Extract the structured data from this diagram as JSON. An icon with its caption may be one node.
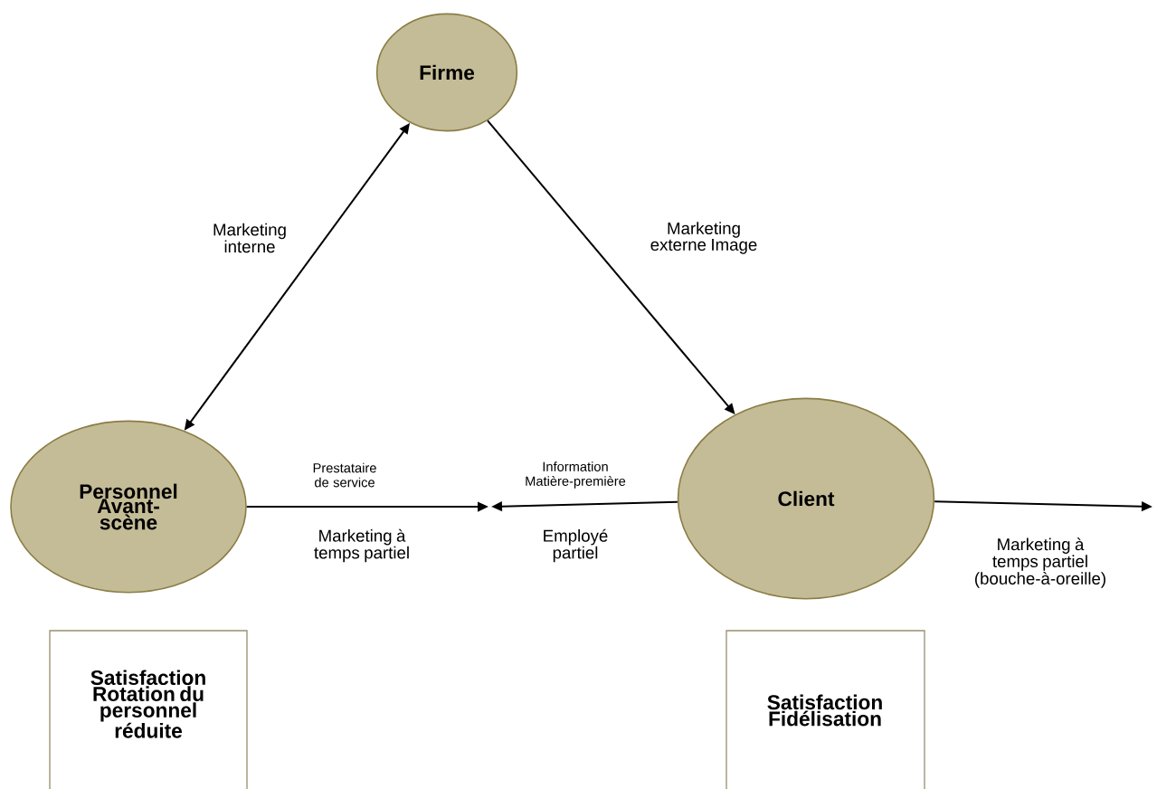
{
  "diagram": {
    "nodes": [
      {
        "text": [
          "Firme"
        ]
      },
      {
        "text": [
          "Personnel Avant-scène"
        ]
      },
      {
        "text": [
          "Client"
        ]
      },
      {
        "text": [
          "Satisfaction Rotation du personnel réduite"
        ]
      },
      {
        "text": [
          "Satisfaction Fidélisation"
        ]
      }
    ],
    "edges": [
      {
        "from": 1,
        "to": 0,
        "arrow": "both",
        "label": "Marketing interne"
      },
      {
        "from": 0,
        "to": 2,
        "arrow": "to",
        "label": "Marketing externe Image"
      },
      {
        "from": 1,
        "to": null,
        "arrow": "to",
        "label": "Prestataire de service"
      },
      {
        "from": 2,
        "to": null,
        "arrow": "to",
        "label": "Information Matière-première"
      },
      {
        "from": 2,
        "to": null,
        "arrow": "to",
        "label": "Marketing à temps partiel (bouche-à-oreille)"
      }
    ],
    "labels": [
      "Marketing à temps partiel",
      "Employé partiel"
    ]
  }
}
